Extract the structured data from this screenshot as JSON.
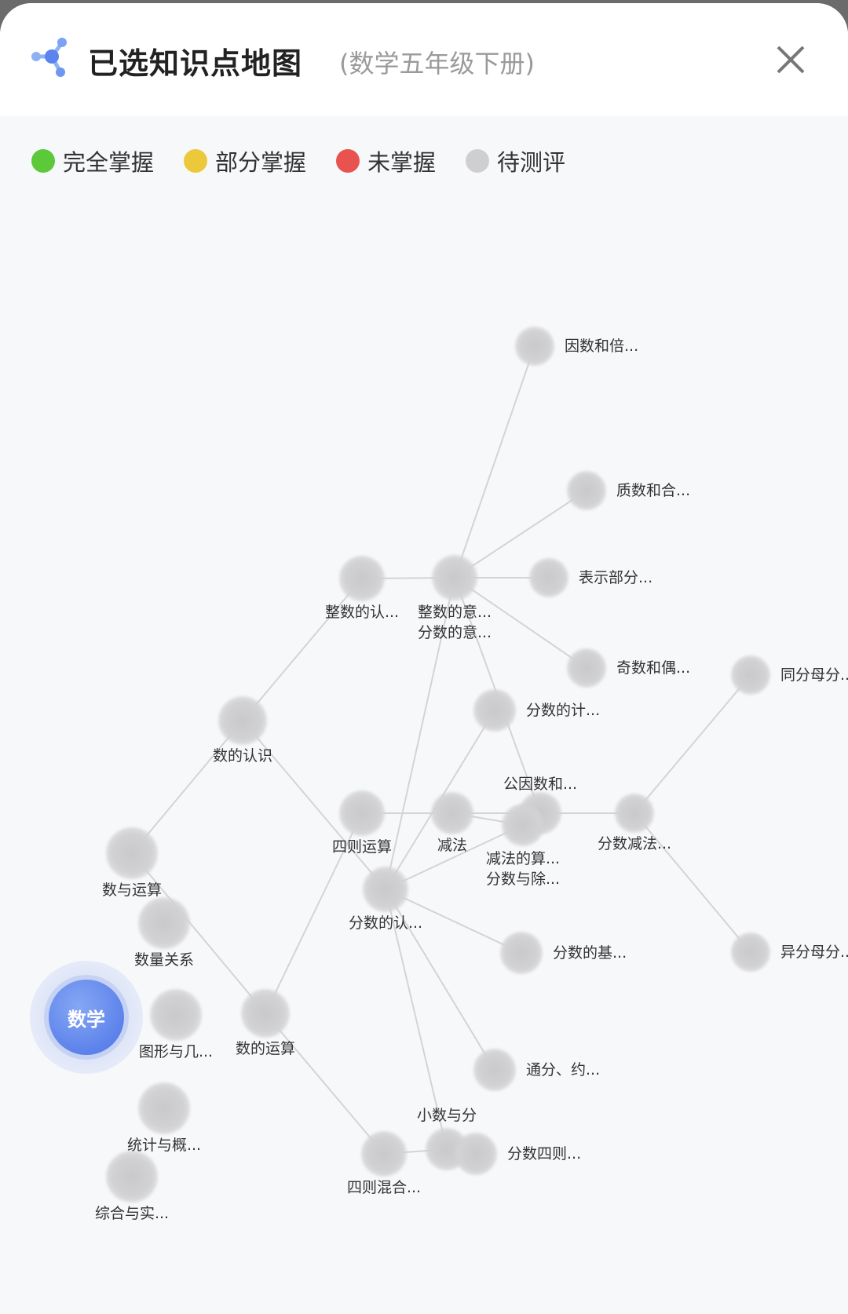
{
  "header": {
    "title": "已选知识点地图",
    "subtitle": "(数学五年级下册)",
    "logo_icon": "knowledge-graph-icon",
    "close_icon": "close-icon"
  },
  "legend": [
    {
      "label": "完全掌握",
      "color": "#5cc93a"
    },
    {
      "label": "部分掌握",
      "color": "#ecc93a"
    },
    {
      "label": "未掌握",
      "color": "#e8524f"
    },
    {
      "label": "待测评",
      "color": "#cfcfd2"
    }
  ],
  "accent_color": "#4b73e6",
  "root": {
    "id": "math",
    "label": "数学"
  },
  "nodes": [
    {
      "id": "n1",
      "label": "数与运算"
    },
    {
      "id": "n2",
      "label": "数量关系"
    },
    {
      "id": "n3",
      "label": "图形与几..."
    },
    {
      "id": "n4",
      "label": "统计与概..."
    },
    {
      "id": "n5",
      "label": "综合与实..."
    },
    {
      "id": "n6",
      "label": "数的认识"
    },
    {
      "id": "n7",
      "label": "数的运算"
    },
    {
      "id": "n8",
      "label": "整数的认..."
    },
    {
      "id": "n9",
      "label": "整数的意..."
    },
    {
      "id": "n9b",
      "label": "分数的意..."
    },
    {
      "id": "n10",
      "label": "因数和倍..."
    },
    {
      "id": "n11",
      "label": "质数和合..."
    },
    {
      "id": "n12",
      "label": "表示部分..."
    },
    {
      "id": "n13",
      "label": "奇数和偶..."
    },
    {
      "id": "n14",
      "label": "分数的计..."
    },
    {
      "id": "n15",
      "label": "四则运算"
    },
    {
      "id": "n16",
      "label": "减法"
    },
    {
      "id": "n17",
      "label": "公因数和..."
    },
    {
      "id": "n18",
      "label": "分数与除..."
    },
    {
      "id": "n19",
      "label": "减法的算..."
    },
    {
      "id": "n20",
      "label": "分数减法..."
    },
    {
      "id": "n21",
      "label": "同分母分..."
    },
    {
      "id": "n22",
      "label": "异分母分..."
    },
    {
      "id": "n23",
      "label": "分数的认..."
    },
    {
      "id": "n24",
      "label": "分数的基..."
    },
    {
      "id": "n25",
      "label": "通分、约..."
    },
    {
      "id": "n26",
      "label": "四则混合..."
    },
    {
      "id": "n27",
      "label": "小数与分"
    },
    {
      "id": "n28",
      "label": "分数四则..."
    }
  ],
  "edges": [
    [
      "n1",
      "n6"
    ],
    [
      "n1",
      "n7"
    ],
    [
      "n6",
      "n8"
    ],
    [
      "n6",
      "n23"
    ],
    [
      "n8",
      "n9"
    ],
    [
      "n9",
      "n10"
    ],
    [
      "n9",
      "n11"
    ],
    [
      "n9",
      "n12"
    ],
    [
      "n9",
      "n13"
    ],
    [
      "n9",
      "n17"
    ],
    [
      "n9",
      "n23"
    ],
    [
      "n7",
      "n15"
    ],
    [
      "n7",
      "n26"
    ],
    [
      "n15",
      "n16"
    ],
    [
      "n16",
      "n19"
    ],
    [
      "n16",
      "n17"
    ],
    [
      "n14",
      "n23"
    ],
    [
      "n23",
      "n19"
    ],
    [
      "n23",
      "n24"
    ],
    [
      "n23",
      "n25"
    ],
    [
      "n23",
      "n27"
    ],
    [
      "n26",
      "n27"
    ],
    [
      "n27",
      "n28"
    ],
    [
      "n20",
      "n21"
    ],
    [
      "n20",
      "n22"
    ],
    [
      "n17",
      "n20"
    ]
  ]
}
